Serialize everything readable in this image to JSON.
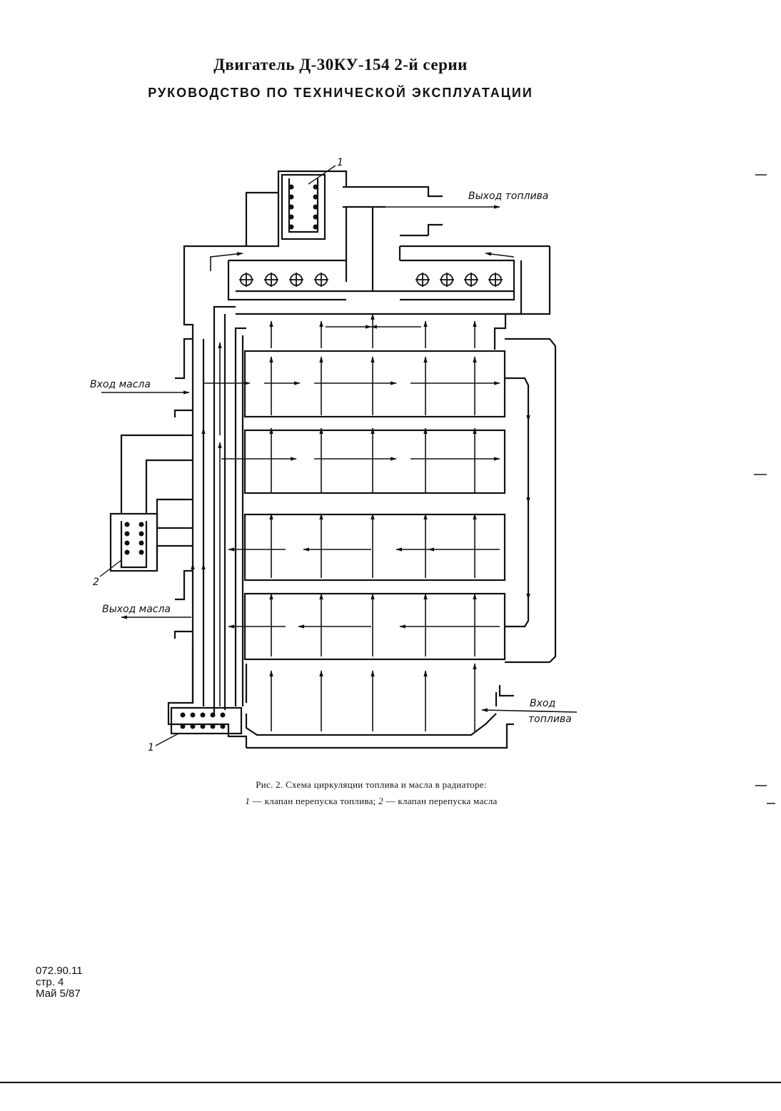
{
  "header": {
    "title": "Двигатель Д-30КУ-154 2-й серии",
    "subtitle": "РУКОВОДСТВО ПО ТЕХНИЧЕСКОЙ ЭКСПЛУАТАЦИИ"
  },
  "diagram": {
    "labels": {
      "fuel_out": "Выход топлива",
      "oil_in": "Вход масла",
      "oil_out": "Выход масла",
      "fuel_in_1": "Вход",
      "fuel_in_2": "топлива",
      "callout_1_top": "1",
      "callout_2": "2",
      "callout_1_bottom": "1"
    }
  },
  "caption": {
    "line1": "Рис. 2. Схема циркуляции топлива и масла в радиаторе:",
    "legend_1_num": "1",
    "legend_1_text": " — клапан перепуска топлива; ",
    "legend_2_num": "2",
    "legend_2_text": " — клапан перепуска масла"
  },
  "footer": {
    "doc_number": "072.90.11",
    "page": "стр. 4",
    "date": "Май 5/87"
  }
}
